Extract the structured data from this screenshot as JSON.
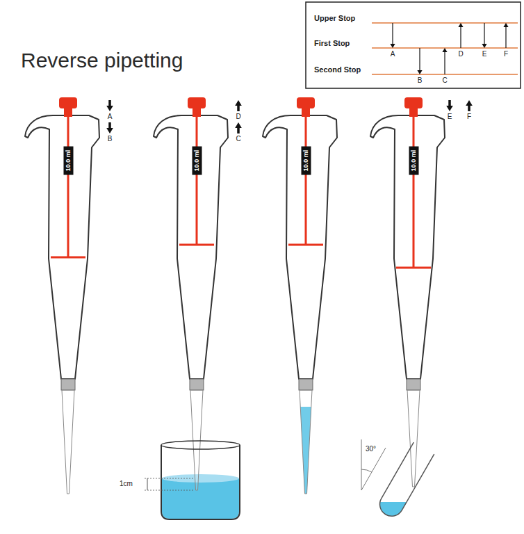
{
  "diagram": {
    "title": "Reverse pipetting",
    "nodes": [
      {
        "text": [
          "10.0 ml"
        ]
      },
      {
        "text": [
          "10.0 ml"
        ]
      },
      {
        "text": [
          "10.0 ml"
        ]
      },
      {
        "text": [
          "10.0 ml"
        ]
      }
    ],
    "labels": [
      "Upper Stop",
      "First Stop",
      "Second Stop",
      "A",
      "B",
      "C",
      "D",
      "E",
      "F",
      "A",
      "B",
      "D",
      "C",
      "E",
      "F",
      "1cm",
      "30°"
    ]
  }
}
